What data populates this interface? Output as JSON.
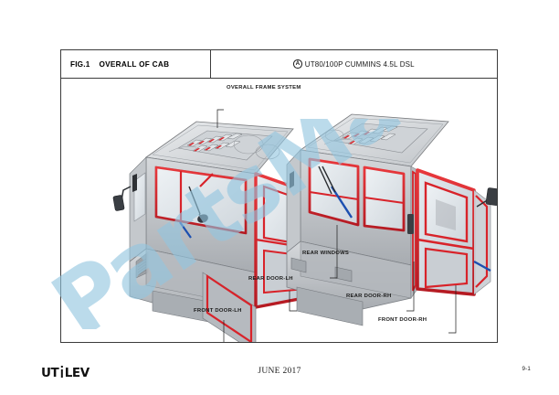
{
  "document": {
    "type": "parts-manual-page",
    "watermark_text": "PartsManual",
    "watermark_color": "#93c6e0"
  },
  "titleblock": {
    "figure_number": "FIG.1",
    "figure_title": "OVERALL OF CAB",
    "model_mark": "A",
    "model_text": "UT80/100P CUMMINS 4.5L DSL"
  },
  "callouts": [
    {
      "label": "OVERALL FRAME SYSTEM"
    },
    {
      "label": "REAR DOOR-LH"
    },
    {
      "label": "FRONT DOOR-LH"
    },
    {
      "label": "REAR WINDOWS"
    },
    {
      "label": "REAR DOOR-RH"
    },
    {
      "label": "FRONT DOOR-RH"
    }
  ],
  "footer": {
    "brand_part1": "UT",
    "brand_i": "I",
    "brand_part2": "LEV",
    "date": "JUNE 2017",
    "page_number": "9-1"
  },
  "colors": {
    "highlight_red": "#d8232a",
    "highlight_blue": "#1b4fb0",
    "body_gray": "#b9bcc0",
    "glass": "#dfe4e8",
    "line": "#3b3b3b"
  }
}
